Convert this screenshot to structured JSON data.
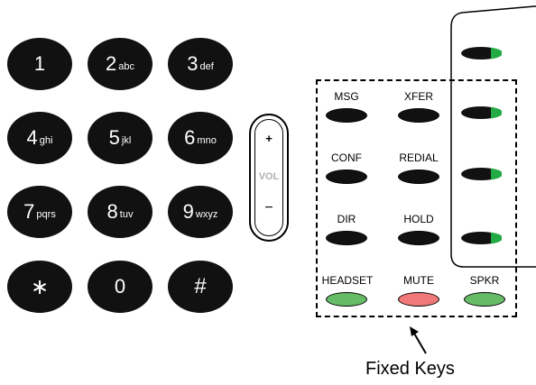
{
  "keypad": [
    {
      "digit": "1",
      "letters": ""
    },
    {
      "digit": "2",
      "letters": "abc"
    },
    {
      "digit": "3",
      "letters": "def"
    },
    {
      "digit": "4",
      "letters": "ghi"
    },
    {
      "digit": "5",
      "letters": "jkl"
    },
    {
      "digit": "6",
      "letters": "mno"
    },
    {
      "digit": "7",
      "letters": "pqrs"
    },
    {
      "digit": "8",
      "letters": "tuv"
    },
    {
      "digit": "9",
      "letters": "wxyz"
    },
    {
      "digit": "∗",
      "letters": ""
    },
    {
      "digit": "0",
      "letters": ""
    },
    {
      "digit": "#",
      "letters": ""
    }
  ],
  "volume": {
    "plus": "+",
    "label": "VOL",
    "minus": "−"
  },
  "fixed_keys": {
    "msg": "MSG",
    "xfer": "XFER",
    "conf": "CONF",
    "redial": "REDIAL",
    "dir": "DIR",
    "hold": "HOLD",
    "headset": "HEADSET",
    "mute": "MUTE",
    "spkr": "SPKR"
  },
  "colors": {
    "key_black": "#111111",
    "headset": "#66bb66",
    "mute": "#f07878",
    "spkr": "#66bb66",
    "line_led": "#22aa44"
  },
  "line_keys": 4,
  "caption": "Fixed Keys"
}
